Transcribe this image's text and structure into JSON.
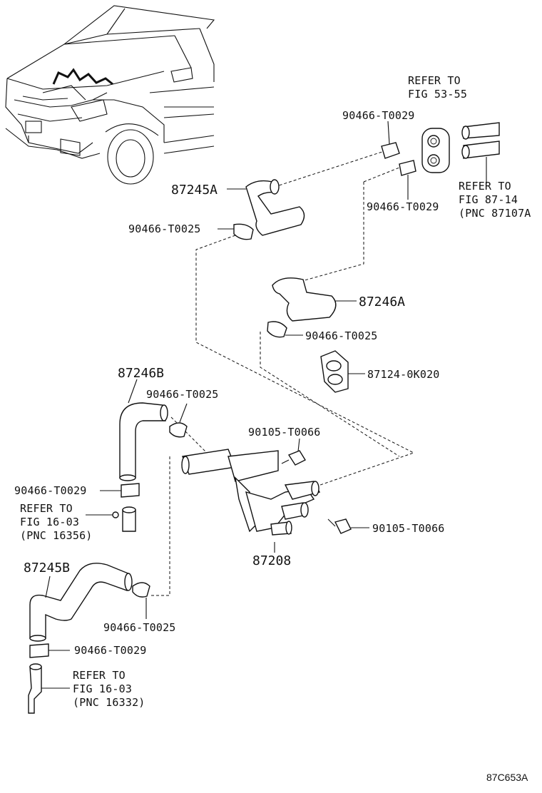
{
  "diagram_id": "87C653A",
  "labels": {
    "refer_fig_53_55": [
      "REFER TO",
      "FIG 53-55"
    ],
    "clip_top_1": "90466-T0029",
    "clip_top_2": "90466-T0029",
    "refer_fig_87_14": [
      "REFER TO",
      "FIG 87-14",
      "(PNC 87107A"
    ],
    "hose_87245A": "87245A",
    "clamp_87245A": "90466-T0025",
    "hose_87246A": "87246A",
    "clamp_87246A": "90466-T0025",
    "bracket_87124": "87124-0K020",
    "hose_87246B": "87246B",
    "clamp_87246B": "90466-T0025",
    "bolt_upper": "90105-T0066",
    "clip_87246B_bottom": "90466-T0029",
    "refer_fig_16_03_a": [
      "REFER TO",
      "FIG 16-03",
      "(PNC 16356)"
    ],
    "bolt_right": "90105-T0066",
    "valve_87208": "87208",
    "hose_87245B": "87245B",
    "clamp_87245B": "90466-T0025",
    "clip_87245B_bottom": "90466-T0029",
    "refer_fig_16_03_b": [
      "REFER TO",
      "FIG 16-03",
      "(PNC 16332)"
    ]
  }
}
